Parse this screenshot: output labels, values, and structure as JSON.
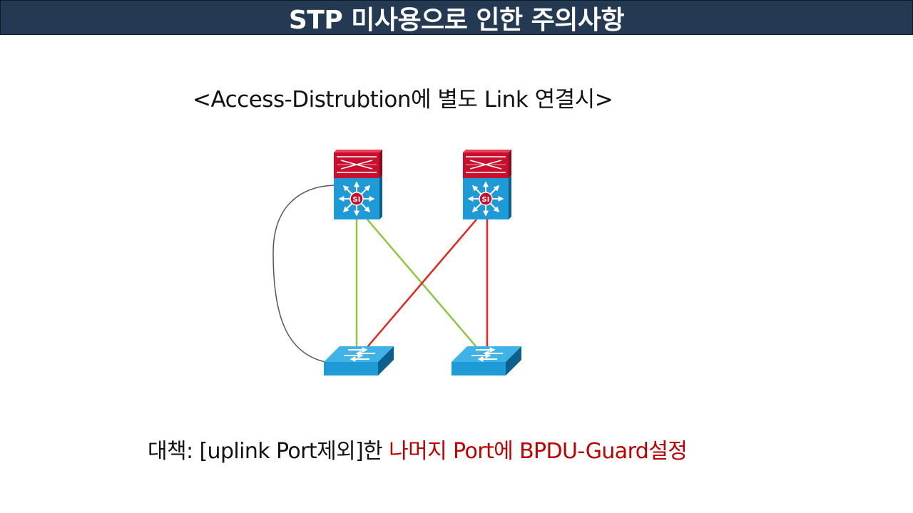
{
  "title": "STP 미사용으로 인한 주의사항",
  "subtitle": "<Access-Distrubtion에 별도 Link 연결시>",
  "diagram": {
    "distribution_switches": [
      {
        "name": "dist-switch-left",
        "icon": "layer3-switch-with-firewall-icon",
        "label": "SI"
      },
      {
        "name": "dist-switch-right",
        "icon": "layer3-switch-with-firewall-icon",
        "label": "SI"
      }
    ],
    "access_switches": [
      {
        "name": "access-switch-left",
        "icon": "workgroup-switch-icon"
      },
      {
        "name": "access-switch-right",
        "icon": "workgroup-switch-icon"
      }
    ],
    "colors": {
      "firewall": "#c8102e",
      "switch": "#1e9ad6",
      "link_green": "#8cc63f",
      "link_red": "#e8231c",
      "extra_link": "#555555"
    }
  },
  "footer": {
    "prefix": "대책: [uplink Port제외]한 ",
    "highlight": "나머지 Port에 BPDU-Guard설정",
    "highlight_color": "#c00000"
  }
}
